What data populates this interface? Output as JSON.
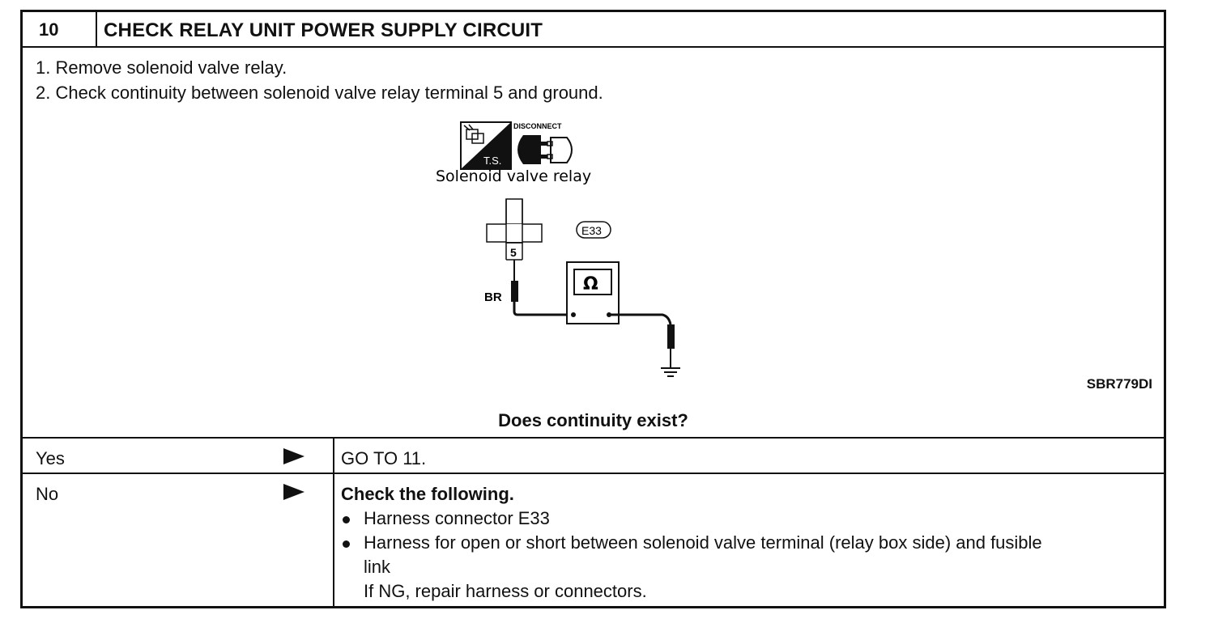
{
  "header": {
    "number": "10",
    "title": "CHECK RELAY UNIT POWER SUPPLY CIRCUIT"
  },
  "steps": [
    "1.  Remove solenoid valve relay.",
    "2.  Check continuity between solenoid valve relay terminal 5 and ground."
  ],
  "diagram": {
    "disconnect_label": "DISCONNECT",
    "ts_label": "T.S.",
    "component_label": "Solenoid  valve  relay",
    "terminal_number": "5",
    "connector_id": "E33",
    "wire_color": "BR",
    "meter_symbol": "Ω",
    "figure_code": "SBR779DI"
  },
  "question": "Does continuity exist?",
  "answers": {
    "yes": {
      "label": "Yes",
      "result": "GO TO 11."
    },
    "no": {
      "label": "No",
      "heading": "Check the following.",
      "items": [
        "Harness connector E33",
        "Harness for open or short between solenoid valve terminal (relay box side) and fusible",
        "link",
        "If NG, repair harness or connectors."
      ]
    }
  }
}
